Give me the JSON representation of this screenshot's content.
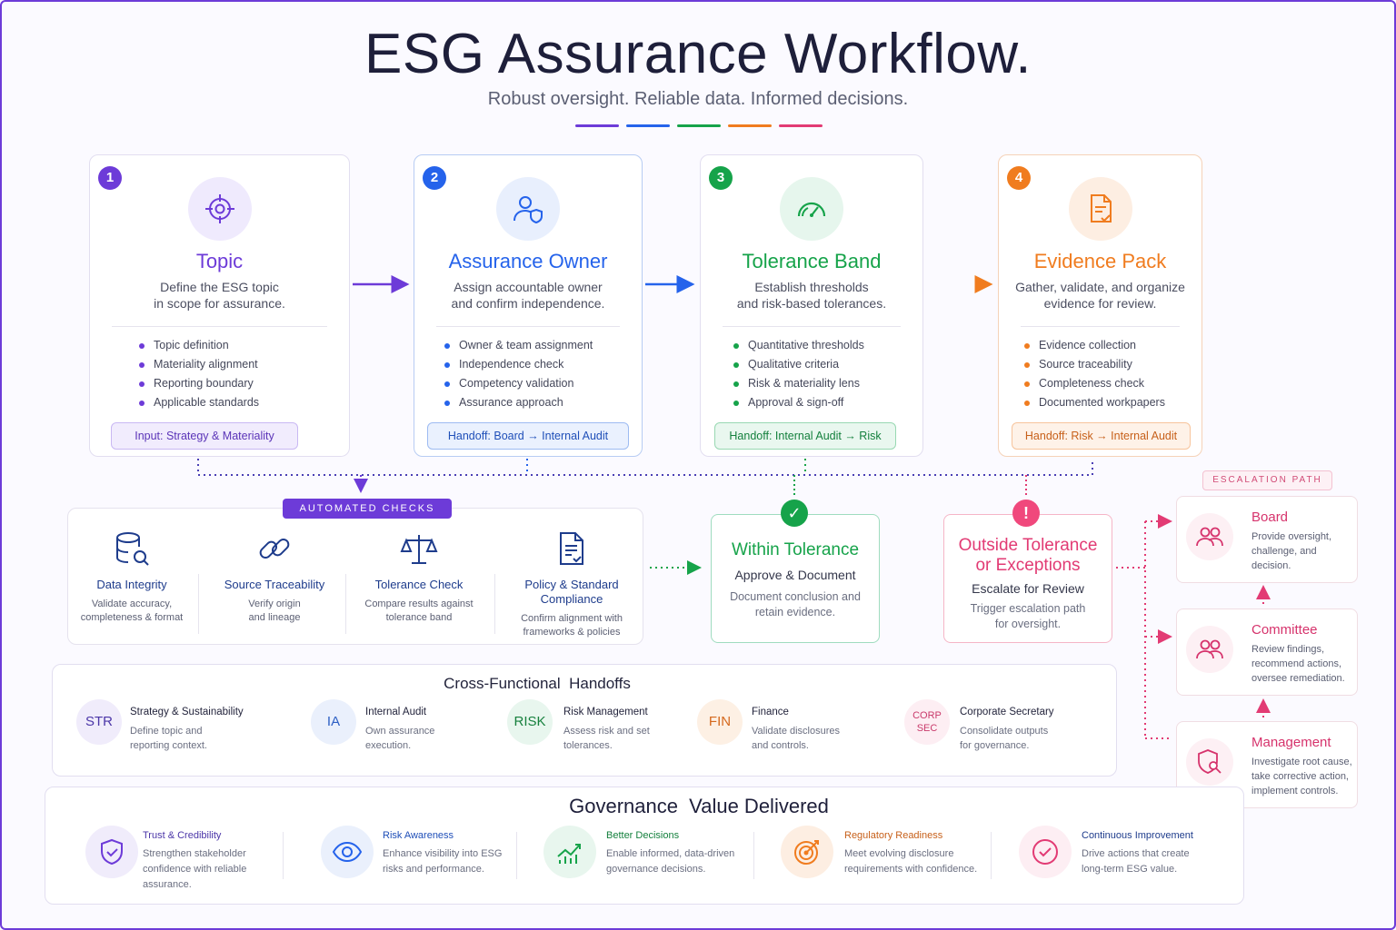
{
  "header": {
    "title": "ESG Assurance Workflow.",
    "subtitle": "Robust oversight. Reliable data. Informed decisions."
  },
  "colors": {
    "purple": "#6d3bd8",
    "blue": "#2563eb",
    "green": "#16a34a",
    "orange": "#f07c1f",
    "pink": "#e23b74"
  },
  "steps": [
    {
      "number": "1",
      "icon": "target-icon",
      "title": "Topic",
      "desc": "Define the ESG topic\nin scope for assurance.",
      "items": [
        "Topic definition",
        "Materiality alignment",
        "Reporting boundary",
        "Applicable standards"
      ],
      "pill": "Input: Strategy & Materiality"
    },
    {
      "number": "2",
      "icon": "user-shield-icon",
      "title": "Assurance Owner",
      "desc": "Assign accountable owner\nand confirm independence.",
      "items": [
        "Owner & team assignment",
        "Independence check",
        "Competency validation",
        "Assurance approach"
      ],
      "pill": "Handoff: Board → Internal Audit"
    },
    {
      "number": "3",
      "icon": "gauge-icon",
      "title": "Tolerance Band",
      "desc": "Establish thresholds\nand risk-based tolerances.",
      "items": [
        "Quantitative thresholds",
        "Qualitative criteria",
        "Risk & materiality lens",
        "Approval & sign-off"
      ],
      "pill": "Handoff: Internal Audit → Risk"
    },
    {
      "number": "4",
      "icon": "document-check-icon",
      "title": "Evidence Pack",
      "desc": "Gather, validate, and organize\nevidence for review.",
      "items": [
        "Evidence collection",
        "Source traceability",
        "Completeness check",
        "Documented workpapers"
      ],
      "pill": "Handoff: Risk → Internal Audit"
    }
  ],
  "automated": {
    "tag": "AUTOMATED CHECKS",
    "checks": [
      {
        "icon": "database-search-icon",
        "title": "Data Integrity",
        "desc": "Validate accuracy,\ncompleteness & format"
      },
      {
        "icon": "link-icon",
        "title": "Source Traceability",
        "desc": "Verify origin\nand lineage"
      },
      {
        "icon": "scale-icon",
        "title": "Tolerance Check",
        "desc": "Compare results against\ntolerance band"
      },
      {
        "icon": "policy-document-icon",
        "title": "Policy & Standard\nCompliance",
        "desc": "Confirm alignment with\nframeworks & policies"
      }
    ]
  },
  "outcomes": {
    "within": {
      "symbol": "✓",
      "title": "Within Tolerance",
      "sub": "Approve & Document",
      "desc": "Document conclusion and\nretain evidence."
    },
    "outside": {
      "symbol": "!",
      "title": "Outside Tolerance\nor Exceptions",
      "sub": "Escalate for Review",
      "desc": "Trigger escalation path\nfor oversight."
    }
  },
  "escalation": {
    "tag": "ESCALATION PATH",
    "levels": [
      {
        "icon": "group-icon",
        "title": "Board",
        "desc": "Provide oversight,\nchallenge, and\ndecision."
      },
      {
        "icon": "group-icon",
        "title": "Committee",
        "desc": "Review findings,\nrecommend actions,\noversee remediation."
      },
      {
        "icon": "shield-search-icon",
        "title": "Management",
        "desc": "Investigate root cause,\ntake corrective action,\nimplement controls."
      }
    ]
  },
  "handoffs": {
    "title": "Cross-Functional  Handoffs",
    "nodes": [
      {
        "abbr": "STR",
        "title": "Strategy & Sustainability",
        "desc": "Define topic and\nreporting context."
      },
      {
        "abbr": "IA",
        "title": "Internal Audit",
        "desc": "Own assurance\nexecution."
      },
      {
        "abbr": "RISK",
        "title": "Risk Management",
        "desc": "Assess risk and set\ntolerances."
      },
      {
        "abbr": "FIN",
        "title": "Finance",
        "desc": "Validate disclosures\nand controls."
      },
      {
        "abbr": "CORP\nSEC",
        "title": "Corporate Secretary",
        "desc": "Consolidate outputs\nfor governance."
      }
    ]
  },
  "governance": {
    "title": "Governance  Value Delivered",
    "values": [
      {
        "icon": "shield-check-icon",
        "title": "Trust & Credibility",
        "desc": "Strengthen stakeholder\nconfidence with reliable\nassurance."
      },
      {
        "icon": "eye-icon",
        "title": "Risk Awareness",
        "desc": "Enhance visibility into ESG\nrisks and performance."
      },
      {
        "icon": "trend-chart-icon",
        "title": "Better Decisions",
        "desc": "Enable informed, data-driven\ngovernance decisions."
      },
      {
        "icon": "bullseye-icon",
        "title": "Regulatory Readiness",
        "desc": "Meet evolving disclosure\nrequirements with confidence."
      },
      {
        "icon": "check-circle-icon",
        "title": "Continuous Improvement",
        "desc": "Drive actions that create\nlong-term ESG value."
      }
    ]
  }
}
